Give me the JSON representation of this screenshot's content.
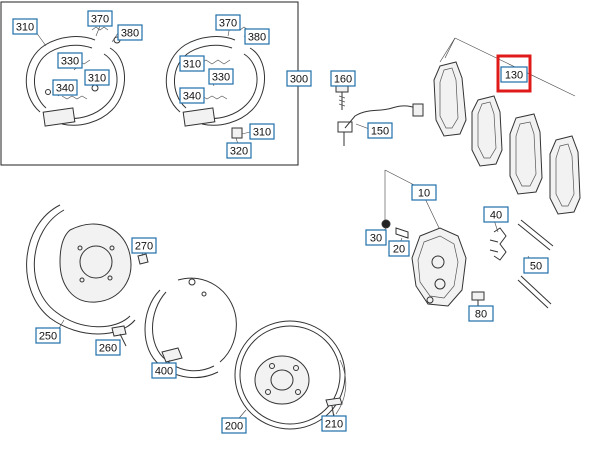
{
  "diagram": {
    "highlight_color": "#e01919",
    "callout_color": "#1f6fa8",
    "highlighted": "130",
    "callouts": [
      {
        "id": "c310a",
        "label": "310"
      },
      {
        "id": "c370a",
        "label": "370"
      },
      {
        "id": "c380a",
        "label": "380"
      },
      {
        "id": "c330a",
        "label": "330"
      },
      {
        "id": "c310b",
        "label": "310"
      },
      {
        "id": "c340a",
        "label": "340"
      },
      {
        "id": "c370b",
        "label": "370"
      },
      {
        "id": "c380b",
        "label": "380"
      },
      {
        "id": "c310c",
        "label": "310"
      },
      {
        "id": "c330b",
        "label": "330"
      },
      {
        "id": "c340b",
        "label": "340"
      },
      {
        "id": "c310d",
        "label": "310"
      },
      {
        "id": "c320",
        "label": "320"
      },
      {
        "id": "c300",
        "label": "300"
      },
      {
        "id": "c160",
        "label": "160"
      },
      {
        "id": "c150",
        "label": "150"
      },
      {
        "id": "c130",
        "label": "130"
      },
      {
        "id": "c10",
        "label": "10"
      },
      {
        "id": "c30",
        "label": "30"
      },
      {
        "id": "c20",
        "label": "20"
      },
      {
        "id": "c40",
        "label": "40"
      },
      {
        "id": "c50",
        "label": "50"
      },
      {
        "id": "c80",
        "label": "80"
      },
      {
        "id": "c270",
        "label": "270"
      },
      {
        "id": "c250",
        "label": "250"
      },
      {
        "id": "c260",
        "label": "260"
      },
      {
        "id": "c400",
        "label": "400"
      },
      {
        "id": "c200",
        "label": "200"
      },
      {
        "id": "c210",
        "label": "210"
      }
    ]
  }
}
